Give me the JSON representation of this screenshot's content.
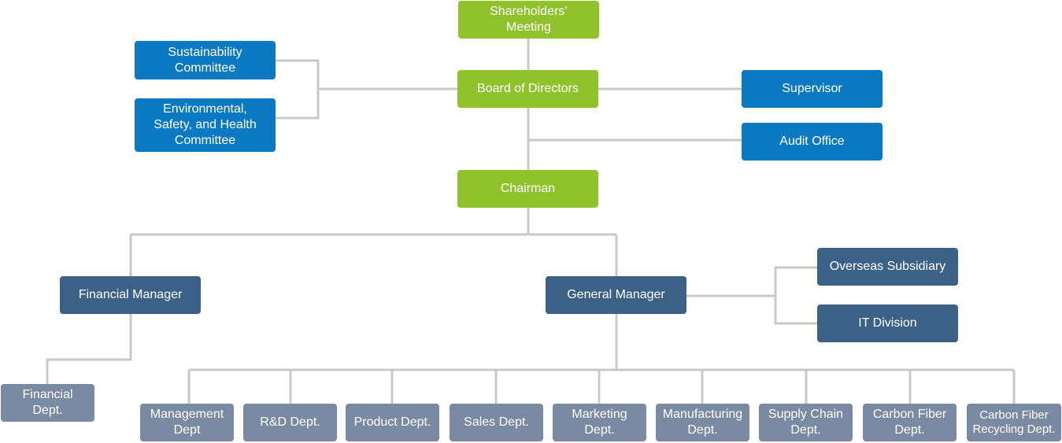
{
  "nodes": {
    "shareholders": "Shareholders’\nMeeting",
    "board": "Board of Directors",
    "sustainability": "Sustainability\nCommittee",
    "ehs": "Environmental,\nSafety, and Health\nCommittee",
    "supervisor": "Supervisor",
    "audit": "Audit Office",
    "chairman": "Chairman",
    "financial_manager": "Financial Manager",
    "general_manager": "General Manager",
    "overseas": "Overseas Subsidiary",
    "it": "IT Division",
    "financial_dept": "Financial\nDept.",
    "management": "Management\nDept",
    "rd": "R&D Dept.",
    "product": "Product Dept.",
    "sales": "Sales Dept.",
    "marketing": "Marketing\nDept.",
    "manufacturing": "Manufacturing\nDept.",
    "supply_chain": "Supply Chain\nDept.",
    "carbon_fiber": "Carbon Fiber\nDept.",
    "carbon_fiber_recycling": "Carbon Fiber\nRecycling Dept."
  },
  "colors": {
    "governance": "#8fc22b",
    "committee": "#0a79c2",
    "management": "#3c6186",
    "department": "#7a8aa2",
    "connector": "#c8c8c8"
  }
}
